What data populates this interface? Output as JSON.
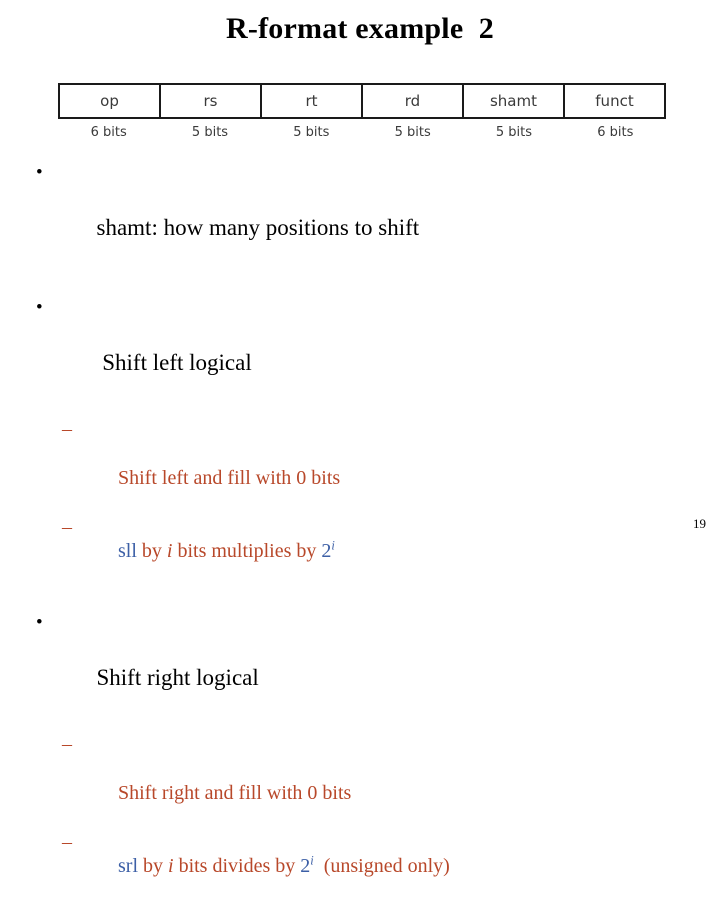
{
  "slide": {
    "title": "R-format example  2",
    "page_number": "19",
    "colors": {
      "text": "#000000",
      "sub_bullet_red": "#B8482A",
      "mnemonic_blue": "#3C5FA6",
      "table_border": "#1a1a1a",
      "table_text": "#3a3a3a",
      "background": "#ffffff"
    }
  },
  "format_table": {
    "fields": [
      "op",
      "rs",
      "rt",
      "rd",
      "shamt",
      "funct"
    ],
    "widths": [
      "6 bits",
      "5 bits",
      "5 bits",
      "5 bits",
      "5 bits",
      "6 bits"
    ]
  },
  "bullets": {
    "b1": {
      "marker": "•",
      "text": "shamt: how many positions to shift"
    },
    "b2": {
      "marker": "•",
      "text": " Shift left logical"
    },
    "b2_sub1": {
      "marker": "–",
      "text": "Shift left and fill with 0 bits"
    },
    "b2_sub2": {
      "marker": "–",
      "mnemonic": "sll",
      "mid_a": " by ",
      "var": "i",
      "mid_b": " bits multiplies by ",
      "base": "2",
      "exponent": "i",
      "tail": ""
    },
    "b3": {
      "marker": "•",
      "text": "Shift right logical"
    },
    "b3_sub1": {
      "marker": "–",
      "text": "Shift right and fill with 0 bits"
    },
    "b3_sub2": {
      "marker": "–",
      "mnemonic": "srl",
      "mid_a": " by ",
      "var": "i",
      "mid_b": " bits divides by ",
      "base": "2",
      "exponent": "i",
      "tail": "  (unsigned only)"
    }
  }
}
